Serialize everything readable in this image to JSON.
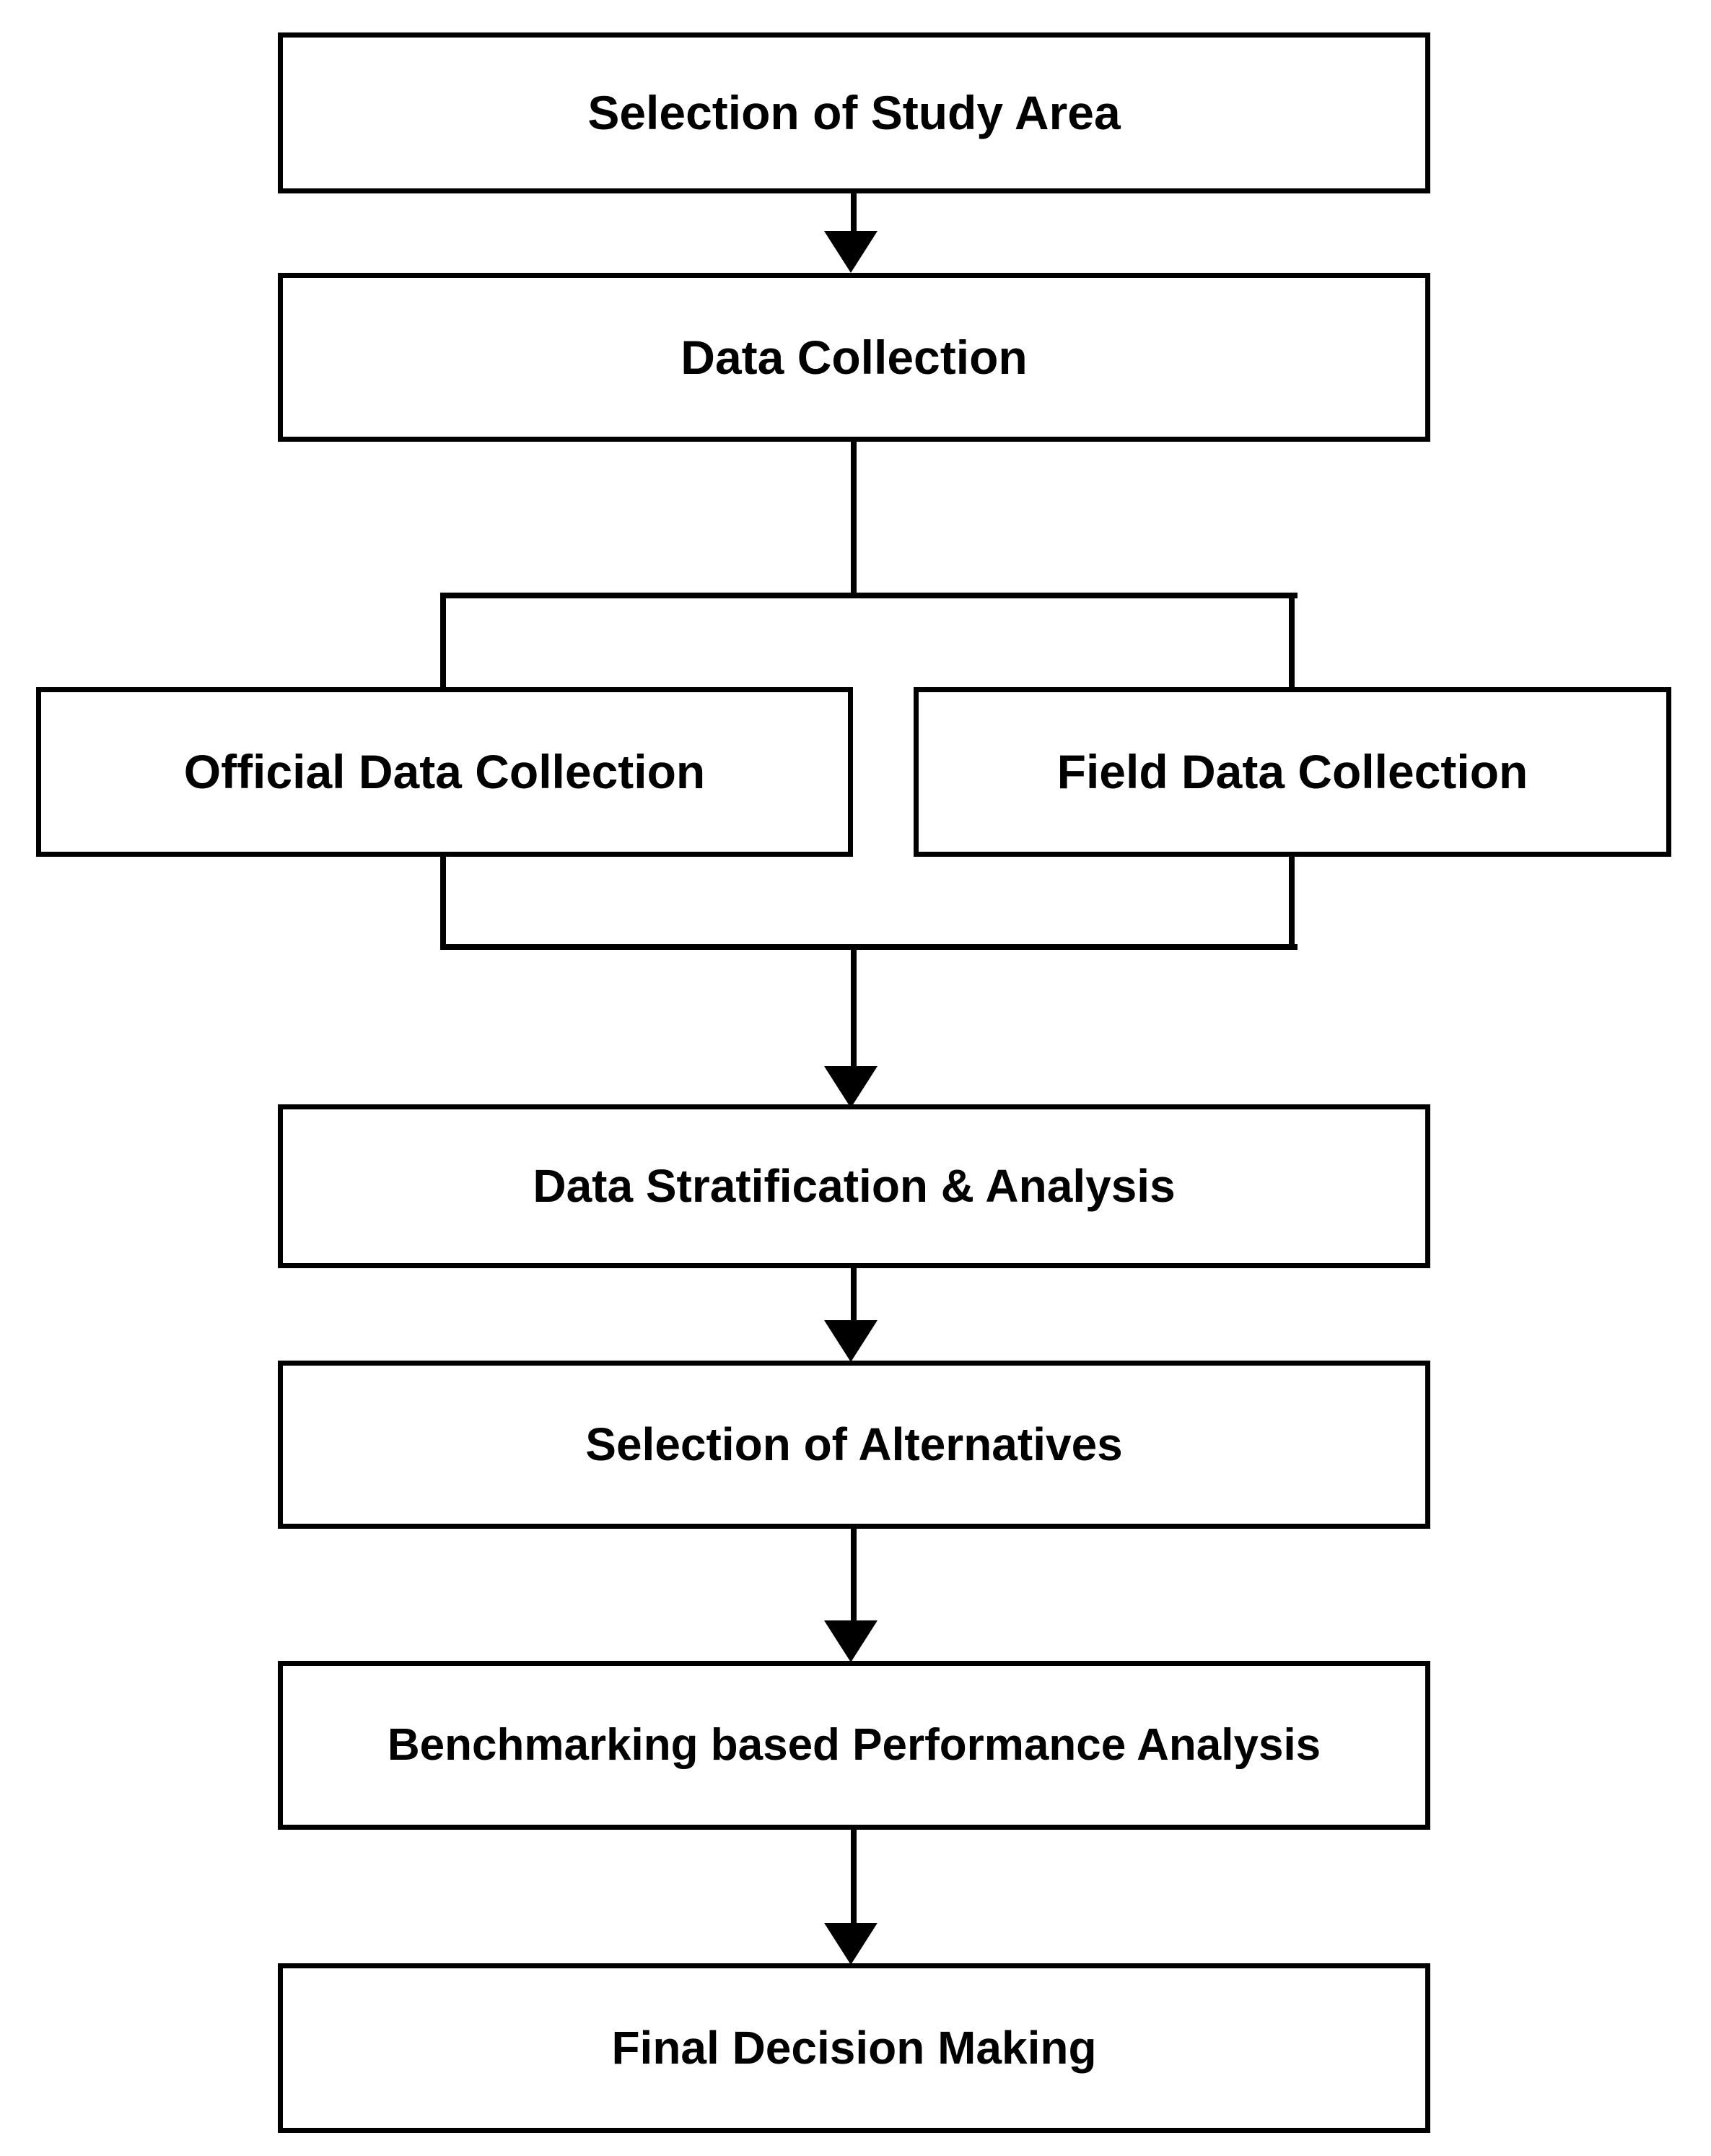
{
  "diagram": {
    "type": "flowchart",
    "orientation": "top-to-bottom",
    "background_color": "#ffffff",
    "line_color": "#000000",
    "text_color": "#000000",
    "nodes": [
      {
        "id": "study-area",
        "label": "Selection of Study Area"
      },
      {
        "id": "data-collection",
        "label": "Data Collection"
      },
      {
        "id": "official",
        "label": "Official Data Collection"
      },
      {
        "id": "field",
        "label": "Field Data Collection"
      },
      {
        "id": "stratification",
        "label": "Data Stratification & Analysis"
      },
      {
        "id": "alternatives",
        "label": "Selection of Alternatives"
      },
      {
        "id": "benchmarking",
        "label": "Benchmarking based Performance Analysis"
      },
      {
        "id": "final",
        "label": "Final Decision Making"
      }
    ],
    "edges": [
      {
        "from": "study-area",
        "to": "data-collection",
        "arrow": true
      },
      {
        "from": "data-collection",
        "to": "official",
        "arrow": false
      },
      {
        "from": "data-collection",
        "to": "field",
        "arrow": false
      },
      {
        "from": "official",
        "to": "stratification",
        "arrow": true
      },
      {
        "from": "field",
        "to": "stratification",
        "arrow": true
      },
      {
        "from": "stratification",
        "to": "alternatives",
        "arrow": true
      },
      {
        "from": "alternatives",
        "to": "benchmarking",
        "arrow": true
      },
      {
        "from": "benchmarking",
        "to": "final",
        "arrow": true
      }
    ]
  }
}
